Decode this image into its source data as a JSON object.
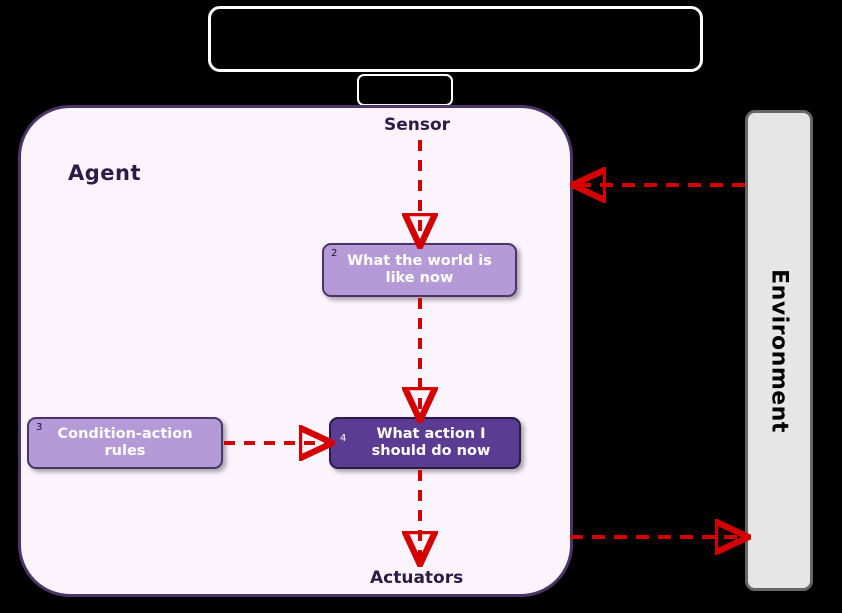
{
  "diagram": {
    "title_box": {
      "label": ""
    },
    "sensor_stub": {
      "label": ""
    },
    "agent": {
      "label": "Agent"
    },
    "io": {
      "sensor_label": "Sensor",
      "actuators_label": "Actuators"
    },
    "environment": {
      "label": "Environment"
    },
    "nodes": [
      {
        "id": "2",
        "number": "2",
        "label": "What the world is like now",
        "fill": "#b49bd8",
        "stroke": "#4a3566"
      },
      {
        "id": "3",
        "number": "3",
        "label": "Condition-action rules",
        "fill": "#b49bd8",
        "stroke": "#4a3566"
      },
      {
        "id": "4",
        "number": "4",
        "label": "What action I should do now",
        "fill": "#5a3c93",
        "stroke": "#2b1b45"
      }
    ],
    "arrows": [
      {
        "name": "environment-to-agent",
        "direction": "left",
        "style": "dashed",
        "color": "#d40000"
      },
      {
        "name": "sensor-to-world-state",
        "direction": "down",
        "style": "dashed",
        "color": "#d40000"
      },
      {
        "name": "world-state-to-action",
        "direction": "down",
        "style": "dashed",
        "color": "#d40000"
      },
      {
        "name": "rules-to-action",
        "direction": "right",
        "style": "dashed",
        "color": "#d40000"
      },
      {
        "name": "action-to-actuators",
        "direction": "down",
        "style": "dashed",
        "color": "#d40000"
      },
      {
        "name": "agent-to-environment",
        "direction": "right",
        "style": "dashed",
        "color": "#d40000"
      }
    ],
    "colors": {
      "background": "#000000",
      "agent_fill": "#fbf4fd",
      "agent_stroke": "#4a3566",
      "environment_fill": "#e6e6e6",
      "environment_stroke": "#666666",
      "arrow": "#d40000",
      "outline_box": "#ffffff"
    }
  }
}
